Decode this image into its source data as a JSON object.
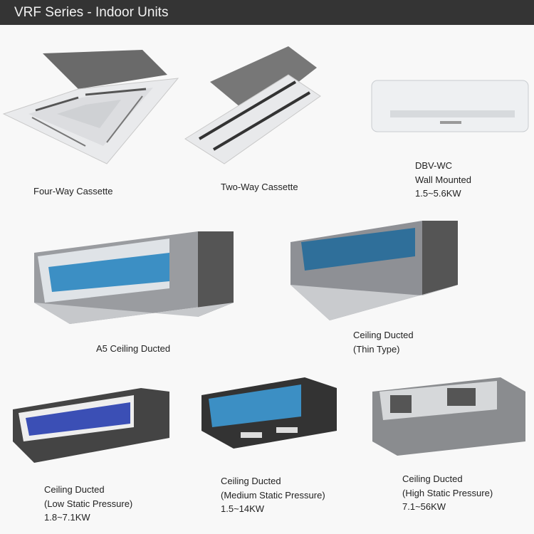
{
  "header": {
    "title": "VRF Series - Indoor Units"
  },
  "products": [
    {
      "lines": [
        "Four-Way Cassette"
      ]
    },
    {
      "lines": [
        "Two-Way Cassette"
      ]
    },
    {
      "lines": [
        "DBV-WC",
        "Wall Mounted",
        "1.5~5.6KW"
      ]
    },
    {
      "lines": [
        "A5 Ceiling Ducted"
      ]
    },
    {
      "lines": [
        "Ceiling Ducted",
        "(Thin Type)"
      ]
    },
    {
      "lines": [
        "Ceiling Ducted",
        "(Low Static Pressure)",
        "1.8~7.1KW"
      ]
    },
    {
      "lines": [
        "Ceiling Ducted",
        "(Medium Static Pressure)",
        "1.5~14KW"
      ]
    },
    {
      "lines": [
        "Ceiling Ducted",
        "(High Static Pressure)",
        "7.1~56KW"
      ]
    }
  ],
  "colors": {
    "header_bg": "#343434",
    "coil_blue": "#3c8fc4"
  }
}
